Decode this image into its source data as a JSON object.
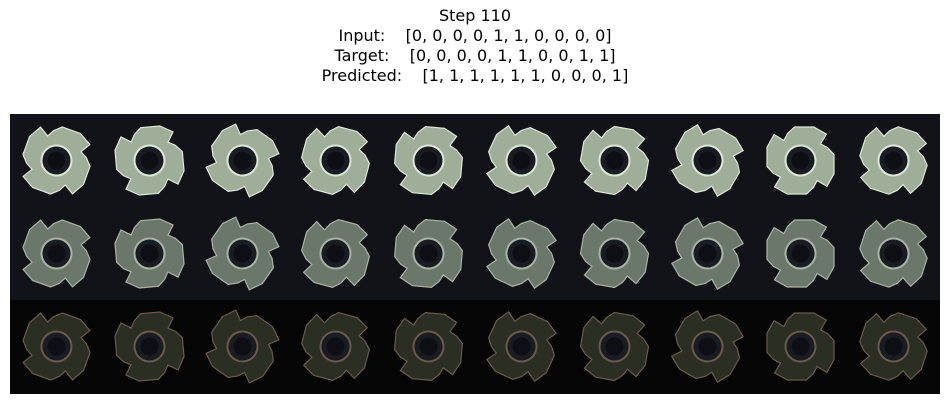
{
  "title": {
    "step": "Step 110",
    "input_label": "Input:",
    "input_value": "[0, 0, 0, 0, 1, 1, 0, 0, 0, 0]",
    "target_label": "Target:",
    "target_value": "[0, 0, 0, 0, 1, 1, 0, 0, 1, 1]",
    "predicted_label": "Predicted:",
    "predicted_value": "[1, 1, 1, 1, 1, 1, 0, 0, 0, 1]"
  },
  "grid": {
    "columns": 10,
    "rows": [
      {
        "name": "input-row",
        "fill": "#a7b6a0",
        "stroke": "#dfe7d8",
        "opacity": 0.95
      },
      {
        "name": "reconstruction-row",
        "fill": "#7d8a7a",
        "stroke": "#a9b4a4",
        "opacity": 0.85
      },
      {
        "name": "difference-row",
        "fill": "#3a4030",
        "stroke": "#6b5a4a",
        "opacity": 0.7
      }
    ],
    "rotations": [
      10,
      -15,
      25,
      5,
      -5,
      15,
      0,
      20,
      -10,
      8
    ],
    "hub_color": "#1a1c24",
    "hole_color": "#0e0f14"
  }
}
